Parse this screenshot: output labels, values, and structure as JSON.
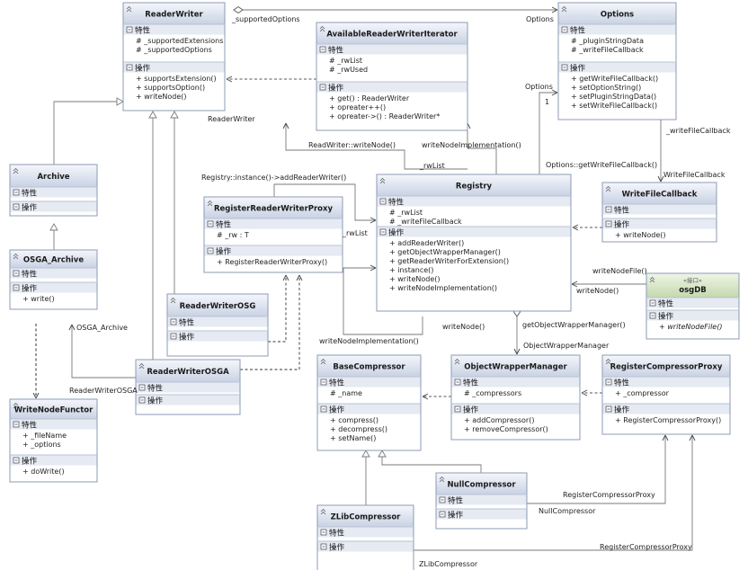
{
  "labels": {
    "attrs": "特性",
    "ops": "操作"
  },
  "classes": [
    {
      "id": "ReaderWriter",
      "title": "ReaderWriter",
      "attrs": [
        "# _supportedExtensions",
        "# _supportedOptions"
      ],
      "ops": [
        "+ supportsExtension()",
        "+ supportsOption()",
        "+ writeNode()"
      ]
    },
    {
      "id": "AvailableReaderWriterIterator",
      "title": "AvailableReaderWriterIterator",
      "attrs": [
        "# _rwList",
        "# _rwUsed"
      ],
      "ops": [
        "+ get() : ReaderWriter",
        "+ opreater++()",
        "+ opreater->() : ReaderWriter*"
      ]
    },
    {
      "id": "Options",
      "title": "Options",
      "attrs": [
        "# _pluginStringData",
        "# _writeFileCallback"
      ],
      "ops": [
        "+ getWriteFileCallback()",
        "+ setOptionString()",
        "+ setPluginStringData()",
        "+ setWriteFileCallback()"
      ]
    },
    {
      "id": "Archive",
      "title": "Archive",
      "attrs": [],
      "ops": []
    },
    {
      "id": "OSGA_Archive",
      "title": "OSGA_Archive",
      "attrs": [],
      "ops": [
        "+ write()"
      ]
    },
    {
      "id": "WriteNodeFunctor",
      "title": "WriteNodeFunctor",
      "attrs": [
        "+ _fileName",
        "+ _options"
      ],
      "ops": [
        "+ doWrite()"
      ]
    },
    {
      "id": "RegisterReaderWriterProxy",
      "title": "RegisterReaderWriterProxy",
      "attrs": [
        "# _rw : T"
      ],
      "ops": [
        "+ RegisterReaderWriterProxy()"
      ]
    },
    {
      "id": "ReaderWriterOSG",
      "title": "ReaderWriterOSG",
      "attrs": [],
      "ops": []
    },
    {
      "id": "ReaderWriterOSGA",
      "title": "ReaderWriterOSGA",
      "attrs": [],
      "ops": []
    },
    {
      "id": "Registry",
      "title": "Registry",
      "attrs": [
        "# _rwList",
        "# _writeFileCallback"
      ],
      "ops": [
        "+ addReaderWriter()",
        "+ getObjectWrapperManager()",
        "+ getReaderWriterForExtension()",
        "+ instance()",
        "+ writeNode()",
        "+ writeNodeImplementation()"
      ]
    },
    {
      "id": "WriteFileCallback",
      "title": "WriteFileCallback",
      "attrs": [],
      "ops": [
        "+ writeNode()"
      ]
    },
    {
      "id": "osgDB",
      "title": "osgDB",
      "stereo": "«接口»",
      "attrs": [],
      "ops": [
        "+ writeNodeFile()"
      ]
    },
    {
      "id": "BaseCompressor",
      "title": "BaseCompressor",
      "attrs": [
        "# _name"
      ],
      "ops": [
        "+ compress()",
        "+ decompress()",
        "+ setName()"
      ]
    },
    {
      "id": "ObjectWrapperManager",
      "title": "ObjectWrapperManager",
      "attrs": [
        "# _compressors"
      ],
      "ops": [
        "+ addCompressor()",
        "+ removeCompressor()"
      ]
    },
    {
      "id": "RegisterCompressorProxy",
      "title": "RegisterCompressorProxy",
      "attrs": [
        "+ _compressor"
      ],
      "ops": [
        "+ RegisterCompressorProxy()"
      ]
    },
    {
      "id": "NullCompressor",
      "title": "NullCompressor",
      "attrs": [],
      "ops": []
    },
    {
      "id": "ZLibCompressor",
      "title": "ZLibCompressor",
      "attrs": [],
      "ops": []
    }
  ],
  "edge_labels": [
    "_supportedOptions",
    "Options",
    "ReaderWriter",
    "ReadWriter::writeNode()",
    "writeNodeImplementation()",
    "Options",
    "1",
    "_writeFileCallback",
    "_rwList",
    "Registry::instance()->addReaderWriter()",
    "Options::getWriteFileCallback()",
    "WriteFileCallback",
    "_rwList",
    "writeNodeFile()",
    "writeNode()",
    "OSGA_Archive",
    "ReaderWriterOSGA",
    "writeNode()",
    "getObjectWrapperManager()",
    "writeNodeImplementation()",
    "ObjectWrapperManager",
    "RegisterCompressorProxy",
    "NullCompressor",
    "RegisterCompressorProxy",
    "ZLibCompressor"
  ]
}
